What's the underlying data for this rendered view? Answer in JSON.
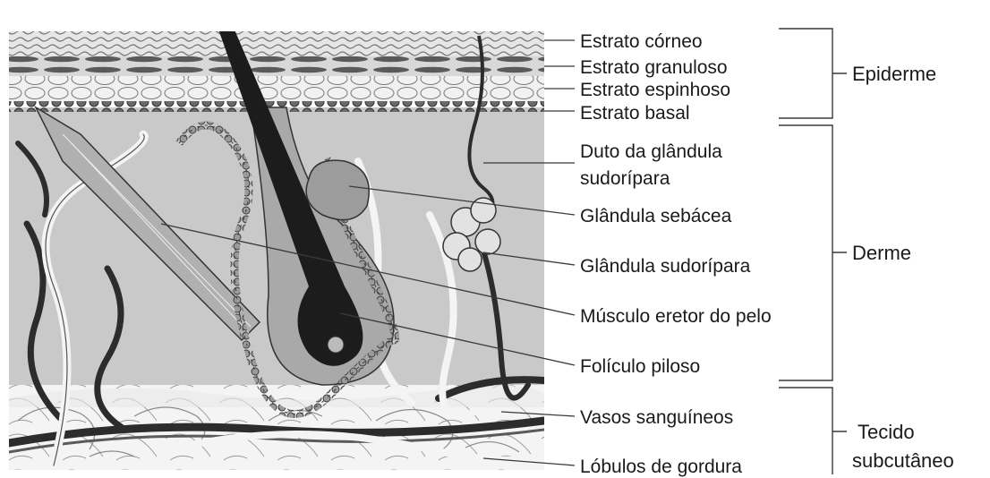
{
  "layer_labels": {
    "estrato_corneo": "Estrato córneo",
    "estrato_granuloso": "Estrato granuloso",
    "estrato_espinhoso": "Estrato espinhoso",
    "estrato_basal": "Estrato basal"
  },
  "structure_labels": {
    "duto_line1": "Duto da glândula",
    "duto_line2": "sudorípara",
    "glandula_sebacea": "Glândula sebácea",
    "glandula_sudoripara": "Glândula sudorípara",
    "musculo_eretor": "Músculo eretor do pelo",
    "foliculo_piloso": "Folículo piloso",
    "vasos_sanguineos": "Vasos sanguíneos",
    "lobulos_gordura": "Lóbulos de gordura"
  },
  "group_labels": {
    "epiderme": "Epiderme",
    "derme": "Derme",
    "tecido_line1": "Tecido",
    "tecido_line2": "subcutâneo"
  },
  "colors": {
    "dermis": "#c9c9c9",
    "epidermis": "#ececec",
    "fat": "#f4f4f4",
    "hair": "#1c1c1c",
    "outline": "#3a3a3a"
  }
}
